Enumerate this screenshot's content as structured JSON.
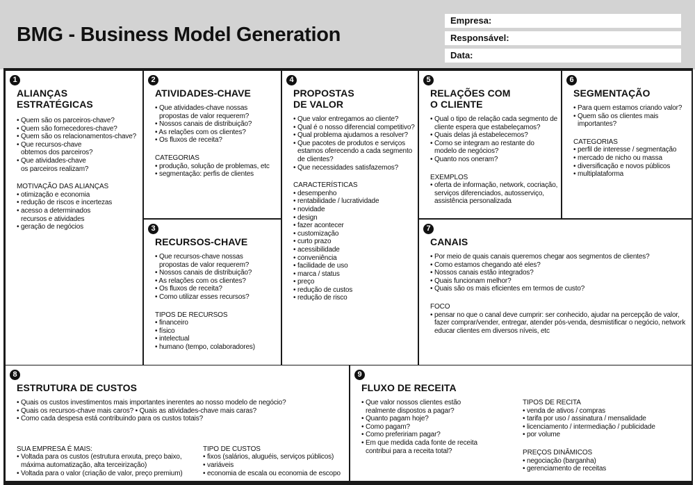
{
  "header": {
    "title": "BMG - Business Model Generation",
    "fields": [
      {
        "label": "Empresa:",
        "value": ""
      },
      {
        "label": "Responsável:",
        "value": ""
      },
      {
        "label": "Data:",
        "value": ""
      }
    ]
  },
  "blocks": [
    {
      "id": "aliancas",
      "num": "1",
      "title": [
        "ALIANÇAS",
        "ESTRATÉGICAS"
      ],
      "rows": [
        [
          [
            {
              "heading": "",
              "lines": [
                "• Quem são os parceiros-chave?",
                "• Quem são fornecedores-chave?",
                "• Quem são os relacionamentos-chave?",
                "• Que recursos-chave",
                "obtemos dos parceiros?",
                "• Que atividades-chave",
                "os parceiros realizam?"
              ]
            },
            {
              "heading": "MOTIVAÇÃO DAS ALIANÇAS",
              "lines": [
                "• otimização e economia",
                "• redução de riscos e incertezas",
                "• acesso a determinados",
                "recursos e atividades",
                "• geração de negócios"
              ]
            }
          ]
        ]
      ]
    },
    {
      "id": "atividades",
      "num": "2",
      "title": [
        "ATIVIDADES-CHAVE"
      ],
      "rows": [
        [
          [
            {
              "heading": "",
              "lines": [
                "• Que atividades-chave nossas",
                "propostas de valor requerem?",
                "• Nossos canais de distribuição?",
                "• As relações com os clientes?",
                "• Os fluxos de receita?"
              ]
            },
            {
              "heading": "CATEGORIAS",
              "lines": [
                "• produção, solução de problemas, etc",
                "• segmentação: perfis de clientes"
              ]
            }
          ]
        ]
      ]
    },
    {
      "id": "recursos",
      "num": "3",
      "title": [
        "RECURSOS-CHAVE"
      ],
      "rows": [
        [
          [
            {
              "heading": "",
              "lines": [
                "• Que recursos-chave nossas",
                "propostas de valor requerem?",
                "• Nossos canais de distribuição?",
                "• As relações com os clientes?",
                "• Os fluxos de receita?",
                "• Como utilizar esses recursos?"
              ]
            },
            {
              "heading": "TIPOS DE RECURSOS",
              "lines": [
                "• financeiro",
                "• físico",
                "• intelectual",
                "• humano (tempo, colaboradores)"
              ]
            }
          ]
        ]
      ]
    },
    {
      "id": "propostas",
      "num": "4",
      "title": [
        "PROPOSTAS",
        "DE VALOR"
      ],
      "rows": [
        [
          [
            {
              "heading": "",
              "lines": [
                "• Que valor entregamos ao cliente?",
                "• Qual é o nosso diferencial competitivo?",
                "• Qual problema ajudamos a resolver?",
                "• Que pacotes de produtos e serviços",
                "estamos oferecendo a cada segmento",
                "de clientes?",
                "• Que necessidades satisfazemos?"
              ]
            },
            {
              "heading": "CARACTERÍSTICAS",
              "lines": [
                "• desempenho",
                "• rentabilidade / lucratividade",
                "• novidade",
                "• design",
                "• fazer acontecer",
                "• customização",
                "• curto prazo",
                "• acessibilidade",
                "• conveniência",
                "• facilidade de uso",
                "• marca / status",
                "• preço",
                "• redução de custos",
                "• redução de risco"
              ]
            }
          ]
        ]
      ]
    },
    {
      "id": "relacoes",
      "num": "5",
      "title": [
        "RELAÇÕES COM",
        "O CLIENTE"
      ],
      "rows": [
        [
          [
            {
              "heading": "",
              "lines": [
                "• Qual o tipo de relação cada segmento de",
                "cliente espera que estabeleçamos?",
                "• Quais delas já estabelecemos?",
                "• Como se integram ao restante do",
                "modelo de negócios?",
                "• Quanto nos oneram?"
              ]
            },
            {
              "heading": "EXEMPLOS",
              "lines": [
                "• oferta de informação, network, cocriação,",
                "serviços diferenciados, autosserviço,",
                "assistência personalizada"
              ]
            }
          ]
        ]
      ]
    },
    {
      "id": "segmentacao",
      "num": "6",
      "title": [
        "SEGMENTAÇÃO"
      ],
      "rows": [
        [
          [
            {
              "heading": "",
              "lines": [
                "• Para quem estamos criando valor?",
                "• Quem são os clientes mais",
                "importantes?"
              ]
            },
            {
              "heading": "CATEGORIAS",
              "lines": [
                "• perfil de interesse / segmentação",
                "• mercado de nicho ou massa",
                "• diversificação e novos públicos",
                "• multiplataforma"
              ]
            }
          ]
        ]
      ]
    },
    {
      "id": "canais",
      "num": "7",
      "title": [
        "CANAIS"
      ],
      "rows": [
        [
          [
            {
              "heading": "",
              "lines": [
                "• Por meio de quais canais queremos chegar aos segmentos de clientes?",
                "• Como estamos chegando até eles?",
                "• Nossos canais estão integrados?",
                "• Quais funcionam melhor?",
                "• Quais são os mais eficientes em termos de custo?"
              ]
            },
            {
              "heading": "FOCO",
              "lines": [
                "• pensar no que o canal deve cumprir: ser conhecido, ajudar na percepção de valor,",
                "fazer comprar/vender, entregar, atender pós-venda, desmistificar o negócio, network",
                "educar clientes em diversos níveis, etc"
              ]
            }
          ]
        ]
      ]
    },
    {
      "id": "custos",
      "num": "8",
      "title": [
        "ESTRUTURA DE CUSTOS"
      ],
      "rows": [
        [
          [
            {
              "heading": "",
              "lines": [
                "• Quais os custos investimentos mais importantes inerentes ao nosso modelo de negócio?",
                "• Quais os recursos-chave mais caros? • Quais as atividades-chave mais caras?",
                "• Como cada despesa está contribuindo para os custos totais?"
              ]
            }
          ]
        ],
        [
          [
            {
              "heading": "SUA EMPRESA É MAIS:",
              "lines": [
                "• Voltada para os custos (estrutura enxuta, preço baixo,",
                "máxima automatização, alta terceirização)",
                "• Voltada para o valor (criação de valor, preço premium)"
              ]
            }
          ],
          [
            {
              "heading": "TIPO DE CUSTOS",
              "lines": [
                "• fixos (salários, aluguéis, serviços públicos)",
                "• variáveis",
                "• economia de escala ou economia de escopo"
              ]
            }
          ]
        ]
      ]
    },
    {
      "id": "receita",
      "num": "9",
      "title": [
        "FLUXO DE RECEITA"
      ],
      "rows": [
        [
          [
            {
              "heading": "",
              "lines": [
                "• Que valor nossos clientes estão",
                "realmente dispostos a pagar?",
                "• Quanto pagam hoje?",
                "• Como pagam?",
                "• Como prefeririam pagar?",
                "• Em que medida cada fonte de receita",
                "contribui para a receita total?"
              ]
            }
          ],
          [
            {
              "heading": "TIPOS DE RECITA",
              "lines": [
                "• venda de ativos / compras",
                "• tarifa por uso / assinatura / mensalidade",
                "• licenciamento / intermediação / publicidade",
                "• por volume"
              ]
            },
            {
              "heading": "PREÇOS DINÂMICOS",
              "lines": [
                "• negociação (barganha)",
                "• gerenciamento de receitas"
              ]
            }
          ]
        ]
      ]
    }
  ]
}
